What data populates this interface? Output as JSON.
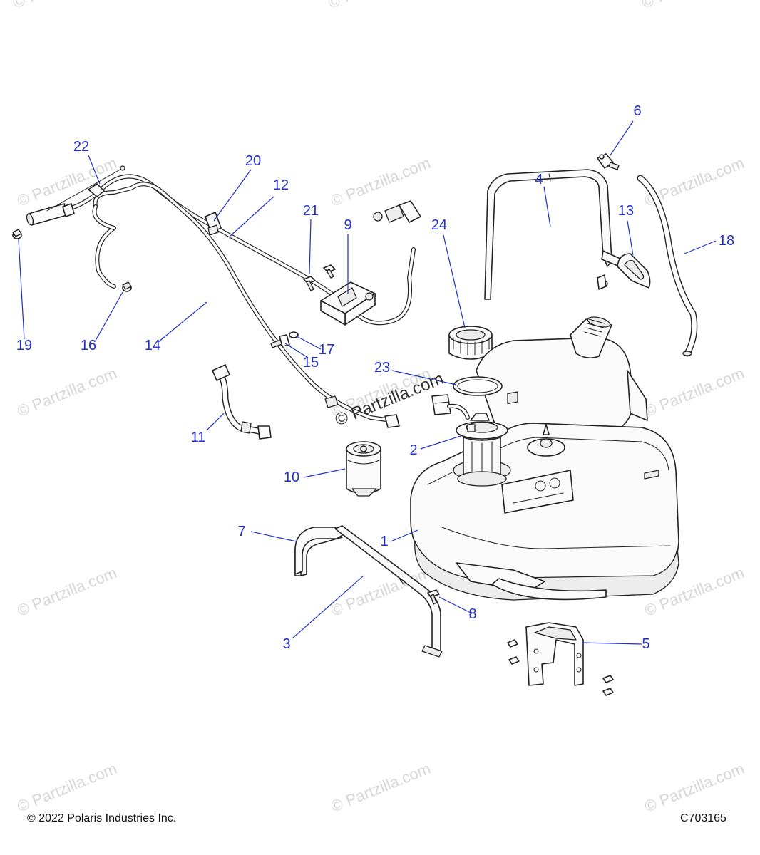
{
  "watermark": {
    "text": "© Partzilla.com"
  },
  "center_watermark": {
    "text": "© Partzilla.com"
  },
  "callouts": [
    {
      "id": "1",
      "part": "fuel-tank"
    },
    {
      "id": "2",
      "part": "fuel-pump-assembly"
    },
    {
      "id": "3",
      "part": "tank-strap-lower"
    },
    {
      "id": "4",
      "part": "tank-strap-upper"
    },
    {
      "id": "5",
      "part": "tank-bracket"
    },
    {
      "id": "6",
      "part": "vent-valve"
    },
    {
      "id": "7",
      "part": "strap-bracket"
    },
    {
      "id": "8",
      "part": "strap-bolt"
    },
    {
      "id": "9",
      "part": "filter-mount-bracket"
    },
    {
      "id": "10",
      "part": "fuel-filter"
    },
    {
      "id": "11",
      "part": "short-fuel-hose"
    },
    {
      "id": "12",
      "part": "fuel-line-upper"
    },
    {
      "id": "13",
      "part": "hose-clamp-cover"
    },
    {
      "id": "14",
      "part": "fuel-line-lower"
    },
    {
      "id": "15",
      "part": "screw"
    },
    {
      "id": "16",
      "part": "hose-clamp"
    },
    {
      "id": "17",
      "part": "o-ring"
    },
    {
      "id": "18",
      "part": "vent-hose"
    },
    {
      "id": "19",
      "part": "hose-clamp"
    },
    {
      "id": "20",
      "part": "line-clip"
    },
    {
      "id": "21",
      "part": "bolt"
    },
    {
      "id": "22",
      "part": "cable-tie"
    },
    {
      "id": "23",
      "part": "pump-seal"
    },
    {
      "id": "24",
      "part": "lock-ring"
    }
  ],
  "footer": {
    "copyright": "© 2022 Polaris Industries Inc.",
    "code": "C703165"
  }
}
